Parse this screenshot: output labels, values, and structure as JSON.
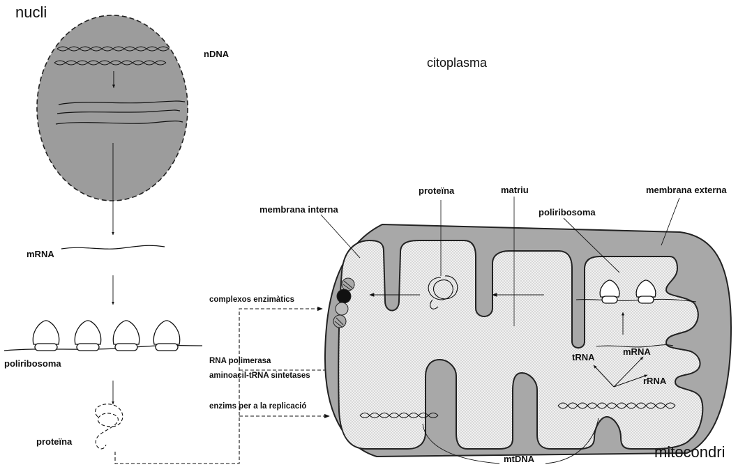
{
  "regions": {
    "nucleus": "nucli",
    "cytoplasm": "citoplasma",
    "mitochondrion": "mitocondri"
  },
  "nucleus_side": {
    "ndna": "nDNA",
    "mrna": "mRNA",
    "polyribosome": "poliribosoma",
    "protein": "proteïna"
  },
  "imports": {
    "complexes": "complexos enzimàtics",
    "rna_polymerase": "RNA polimerasa",
    "aminoacyl": "aminoacil-tRNA sintetases",
    "replication": "enzims per a la replicació"
  },
  "mito_labels": {
    "inner_membrane": "membrana interna",
    "protein": "proteïna",
    "matrix": "matriu",
    "polyribosome": "poliribosoma",
    "outer_membrane": "membrana externa",
    "mrna": "mRNA",
    "trna": "tRNA",
    "rrna": "rRNA",
    "mtdna": "mtDNA"
  }
}
